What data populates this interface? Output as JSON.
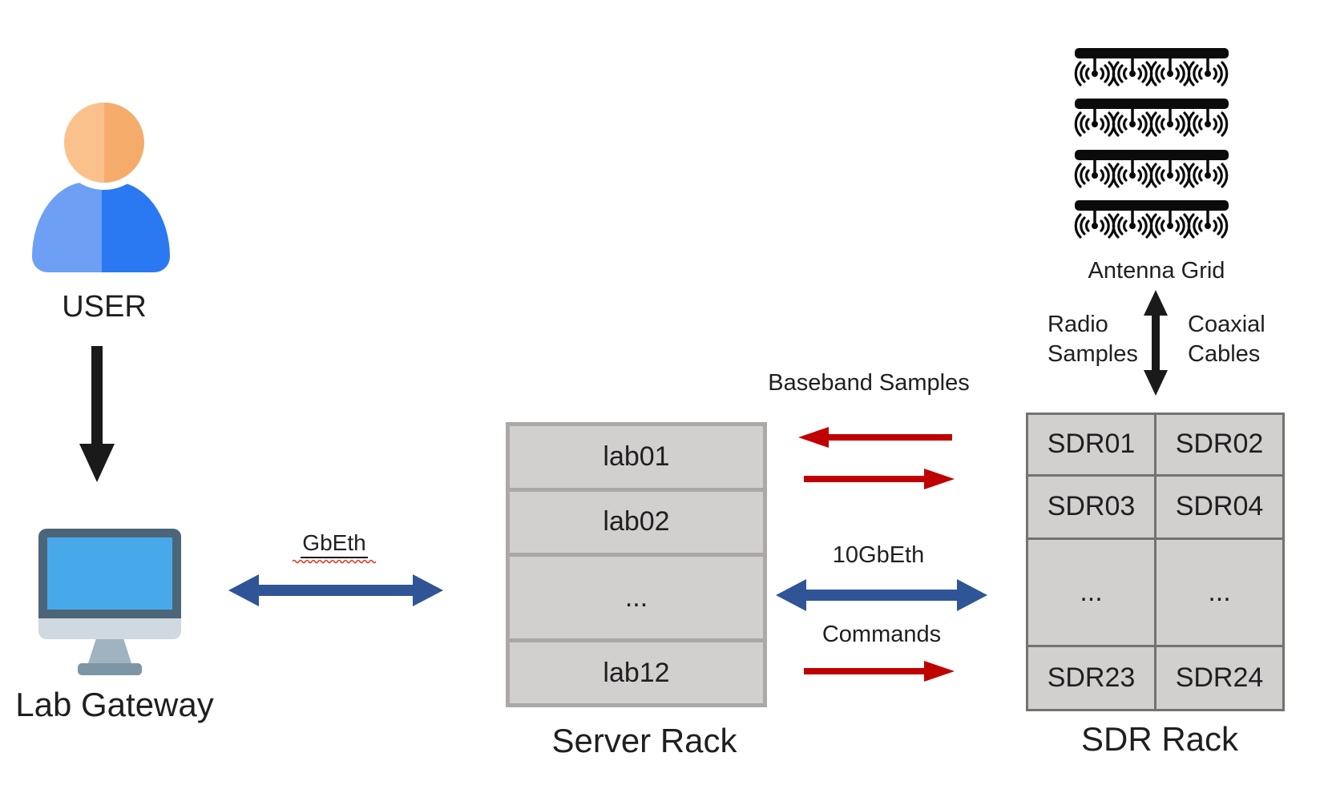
{
  "user": {
    "label": "USER"
  },
  "lab_gateway": {
    "label": "Lab Gateway"
  },
  "gbeth_link": {
    "label": "GbEth"
  },
  "server_rack": {
    "title": "Server Rack",
    "rows": [
      "lab01",
      "lab02",
      "...",
      "lab12"
    ]
  },
  "links": {
    "baseband": {
      "label": "Baseband Samples"
    },
    "tengbeth": {
      "label": "10GbEth"
    },
    "commands": {
      "label": "Commands"
    }
  },
  "sdr_rack": {
    "title": "SDR Rack",
    "cells": [
      [
        "SDR01",
        "SDR02"
      ],
      [
        "SDR03",
        "SDR04"
      ],
      [
        "...",
        "..."
      ],
      [
        "SDR23",
        "SDR24"
      ]
    ]
  },
  "antenna_grid": {
    "label": "Antenna Grid",
    "rows": 4,
    "antennas_per_row": 4
  },
  "antenna_link": {
    "left_label": {
      "line1": "Radio",
      "line2": "Samples"
    },
    "right_label": {
      "line1": "Coaxial",
      "line2": "Cables"
    }
  },
  "colors": {
    "red_arrow": "#C00000",
    "blue_arrow": "#2F5597",
    "black_arrow": "#1A1A1A",
    "squiggle_red": "#E03C2B",
    "text": "#1F1F1F",
    "cell_fill": "#D2CFCF",
    "server_rack_border": "#ACA8A8",
    "sdr_rack_border": "#757171",
    "head_left": "#FBC18C",
    "head_right": "#F5AC6B",
    "body_left": "#6D9FF4",
    "body_right": "#2A79F2",
    "monitor_frame": "#4D6579",
    "monitor_screen": "#47A9EA",
    "monitor_chin": "#CFD9DF",
    "monitor_neck": "#9FB3C1",
    "monitor_base": "#7E95A5"
  }
}
